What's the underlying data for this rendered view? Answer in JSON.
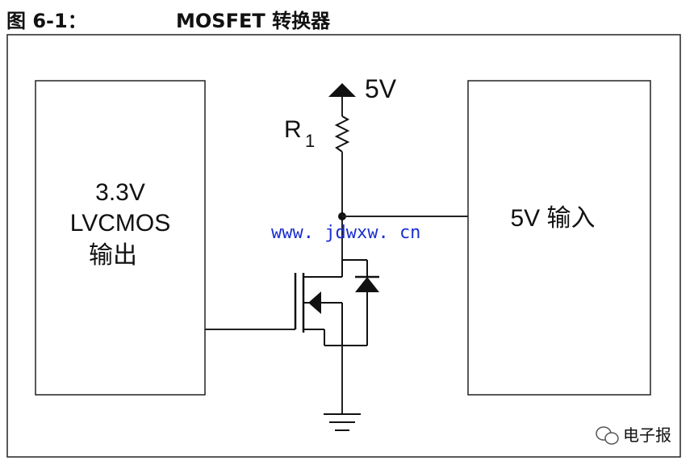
{
  "figure": {
    "number": "图 6-1：",
    "title": "MOSFET 转换器"
  },
  "blocks": {
    "left": {
      "lines": [
        "3.3V",
        "LVCMOS",
        "输出"
      ]
    },
    "right": {
      "label": "5V 输入"
    }
  },
  "components": {
    "supply": "5V",
    "resistor": {
      "name": "R",
      "subscript": "1"
    }
  },
  "watermark": "www. jdwxw. cn",
  "badge": {
    "text": "电子报",
    "icon": "wechat-icon"
  }
}
